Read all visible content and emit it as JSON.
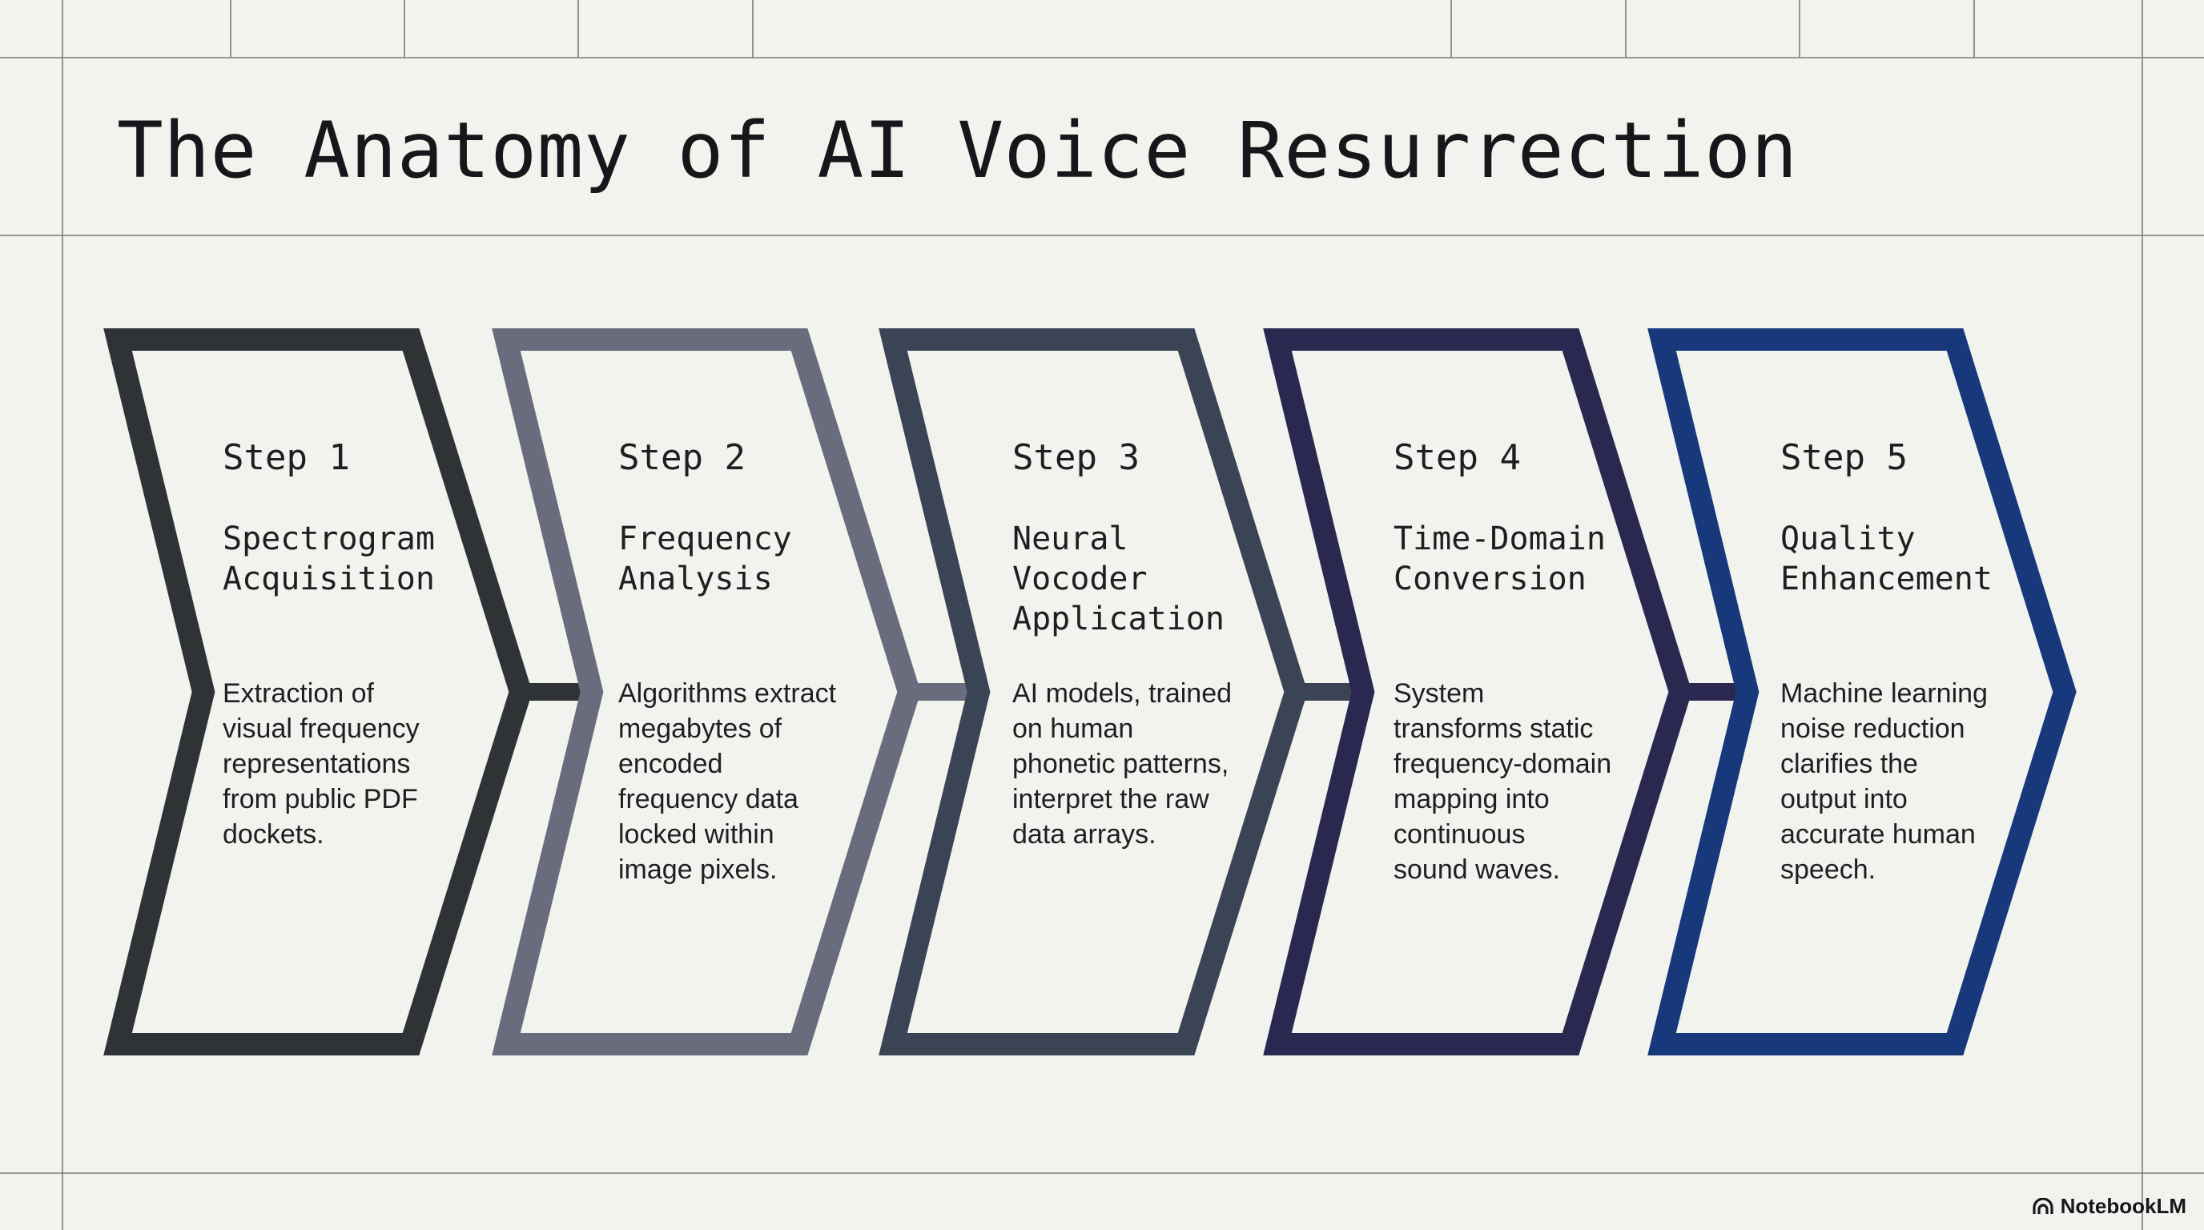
{
  "title": "The Anatomy of AI Voice Resurrection",
  "steps": [
    {
      "number": "Step 1",
      "name": "Spectrogram\nAcquisition",
      "description": "Extraction of\nvisual frequency\nrepresentations\nfrom public PDF\ndockets.",
      "color": "#2f3336"
    },
    {
      "number": "Step 2",
      "name": "Frequency\nAnalysis",
      "description": "Algorithms extract\nmegabytes of\nencoded\nfrequency data\nlocked within\nimage pixels.",
      "color": "#686c7c"
    },
    {
      "number": "Step 3",
      "name": "Neural\nVocoder\nApplication",
      "description": "AI models, trained\non human\nphonetic patterns,\ninterpret the raw\ndata arrays.",
      "color": "#3b4454"
    },
    {
      "number": "Step 4",
      "name": "Time-Domain\nConversion",
      "description": "System\ntransforms static\nfrequency-domain\nmapping into\ncontinuous\nsound waves.",
      "color": "#2a2851"
    },
    {
      "number": "Step 5",
      "name": "Quality\nEnhancement",
      "description": "Machine learning\nnoise reduction\nclarifies the\noutput into\naccurate human\nspeech.",
      "color": "#17387a"
    }
  ],
  "brand": {
    "label": "NotebookLM",
    "icon": "notebooklm-logo-icon"
  }
}
